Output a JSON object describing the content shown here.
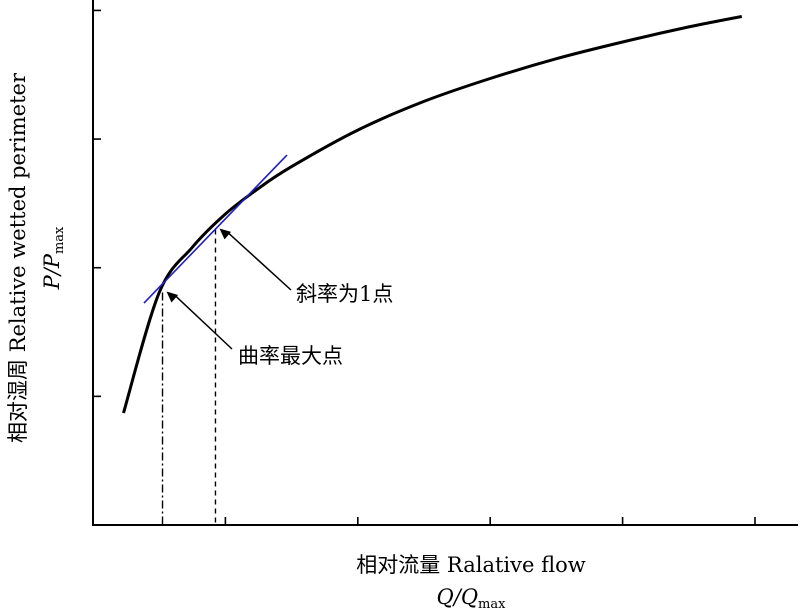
{
  "chart_data": {
    "type": "line",
    "title": "",
    "xlabel_cn": "相对流量 Ralative flow",
    "xlabel_var_main": "Q/Q",
    "xlabel_var_sub": "max",
    "ylabel_cn": "相对湿周 Relative wetted perimeter",
    "ylabel_var_main": "P/P",
    "ylabel_var_sub": "max",
    "grid": false,
    "xlim": [
      0,
      1
    ],
    "ylim": [
      0,
      1
    ],
    "x_tick_count": 6,
    "y_tick_count": 4,
    "series": [
      {
        "color": "#000000",
        "x": [
          0.046,
          0.1,
          0.15,
          0.2,
          0.25,
          0.3,
          0.4,
          0.5,
          0.6,
          0.7,
          0.8,
          0.9,
          0.98
        ],
        "y": [
          0.215,
          0.446,
          0.533,
          0.597,
          0.646,
          0.688,
          0.758,
          0.813,
          0.857,
          0.895,
          0.927,
          0.956,
          0.976
        ]
      }
    ],
    "tangent_line": {
      "color": "#1f1fbf",
      "x": [
        0.077,
        0.293
      ],
      "y": [
        0.426,
        0.71
      ]
    },
    "annotations": [
      {
        "text": "斜率为1点",
        "point": {
          "x": 0.185,
          "y": 0.573
        },
        "guide": "dashed"
      },
      {
        "text": "曲率最大点",
        "point": {
          "x": 0.105,
          "y": 0.452
        },
        "guide": "dashdot"
      }
    ]
  }
}
